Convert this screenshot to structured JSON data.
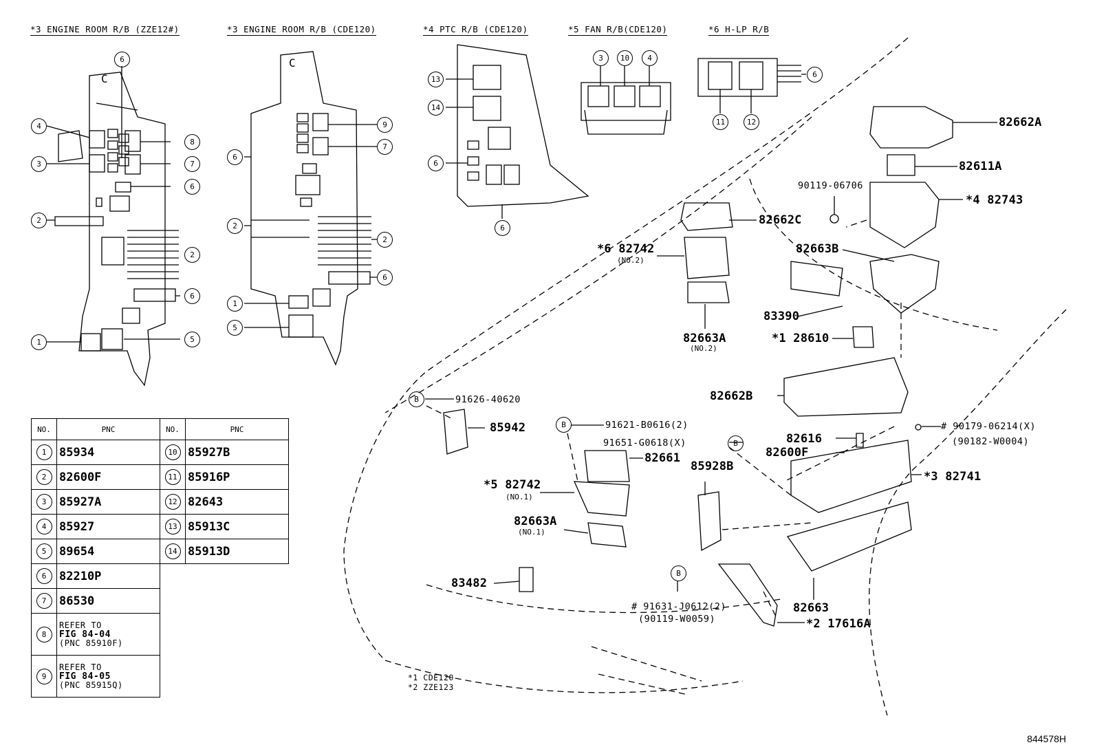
{
  "headers": {
    "h1": "*3 ENGINE ROOM R/B (ZZE12#)",
    "h2": "*3 ENGINE ROOM R/B (CDE120)",
    "h3": "*4 PTC R/B (CDE120)",
    "h4": "*5 FAN R/B(CDE120)",
    "h5": "*6 H-LP R/B"
  },
  "relay_block_marks": {
    "c1": "C",
    "c2": "C"
  },
  "callouts": {
    "n1": "1",
    "n2": "2",
    "n3": "3",
    "n4": "4",
    "n5": "5",
    "n6": "6",
    "n7": "7",
    "n8": "8",
    "n9": "9",
    "n10": "10",
    "n11": "11",
    "n12": "12",
    "n13": "13",
    "n14": "14"
  },
  "pnc_table": {
    "col_no": "NO.",
    "col_pnc": "PNC",
    "rows": [
      {
        "no": "1",
        "pnc": "85934"
      },
      {
        "no": "2",
        "pnc": "82600F"
      },
      {
        "no": "3",
        "pnc": "85927A"
      },
      {
        "no": "4",
        "pnc": "85927"
      },
      {
        "no": "5",
        "pnc": "89654"
      },
      {
        "no": "6",
        "pnc": "82210P"
      },
      {
        "no": "7",
        "pnc": "86530"
      },
      {
        "no": "8",
        "pnc": "REFER TO FIG 84-04 (PNC 85910F)"
      },
      {
        "no": "9",
        "pnc": "REFER TO FIG 84-05 (PNC 85915Q)"
      },
      {
        "no": "10",
        "pnc": "85927B"
      },
      {
        "no": "11",
        "pnc": "85916P"
      },
      {
        "no": "12",
        "pnc": "82643"
      },
      {
        "no": "13",
        "pnc": "85913C"
      },
      {
        "no": "14",
        "pnc": "85913D"
      }
    ],
    "ref8": {
      "l1": "REFER TO",
      "l2": "FIG 84-04",
      "l3": "(PNC 85910F)"
    },
    "ref9": {
      "l1": "REFER TO",
      "l2": "FIG 84-05",
      "l3": "(PNC 85915Q)"
    }
  },
  "parts": {
    "p82662A": "82662A",
    "p82611A": "82611A",
    "p90119_06706": "90119-06706",
    "p82743": "*4 82743",
    "p82662C": "82662C",
    "p82663B": "82663B",
    "p82742_no2": "*6 82742",
    "p82742_no2_sub": "(NO.2)",
    "p83390": "83390",
    "p82663A_no2": "82663A",
    "p82663A_no2_sub": "(NO.2)",
    "p28610": "*1 28610",
    "p82662B": "82662B",
    "p91626": "91626-40620",
    "p85942": "85942",
    "p91621": "91621-B0616(2)",
    "p91651": "91651-G0618(X)",
    "p82661": "82661",
    "p85928B": "85928B",
    "p82616": "82616",
    "p82600F": "82600F",
    "p90179": "# 90179-06214(X)",
    "p90182": "(90182-W0004)",
    "p82741": "*3 82741",
    "p82742_no1": "*5 82742",
    "p82742_no1_sub": "(NO.1)",
    "p82663A_no1": "82663A",
    "p82663A_no1_sub": "(NO.1)",
    "p83482": "83482",
    "p91631": "# 91631-J0612(2)",
    "p90119_W0059": "(90119-W0059)",
    "p82663": "82663",
    "p17616A": "*2 17616A",
    "bolt_mark": "B"
  },
  "notes": {
    "n1": "*1 CDE120",
    "n2": "*2 ZZE123"
  },
  "diagram_id": "844578H"
}
